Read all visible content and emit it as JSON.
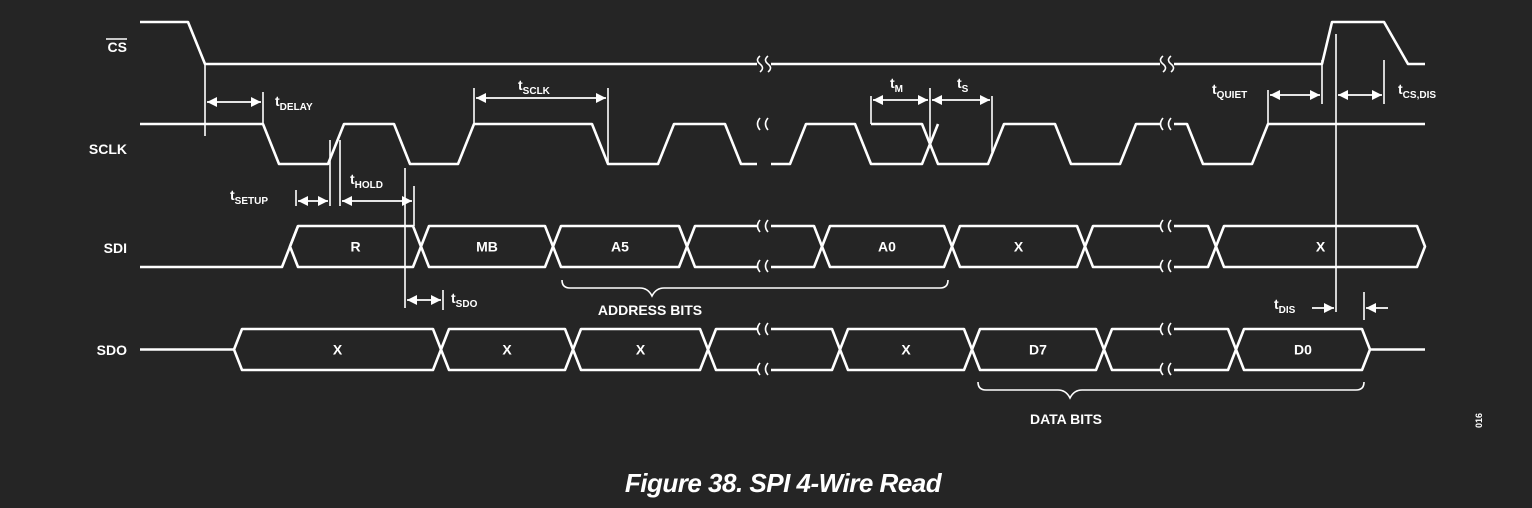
{
  "caption": "Figure 38. SPI 4-Wire Read",
  "figure_code": "016",
  "signals": {
    "cs": "CS",
    "sclk": "SCLK",
    "sdi": "SDI",
    "sdo": "SDO"
  },
  "sdi_cells": [
    "R",
    "MB",
    "A5",
    "",
    "A0",
    "X",
    "",
    "X"
  ],
  "sdo_cells": [
    "X",
    "X",
    "X",
    "",
    "X",
    "D7",
    "",
    "D0"
  ],
  "brace_labels": {
    "address": "ADDRESS BITS",
    "data": "DATA BITS"
  },
  "timing": {
    "delay": {
      "t": "t",
      "sub": "DELAY"
    },
    "sclk": {
      "t": "t",
      "sub": "SCLK"
    },
    "m": {
      "t": "t",
      "sub": "M"
    },
    "s": {
      "t": "t",
      "sub": "S"
    },
    "quiet": {
      "t": "t",
      "sub": "QUIET"
    },
    "cs_dis": {
      "t": "t",
      "sub": "CS,DIS"
    },
    "setup": {
      "t": "t",
      "sub": "SETUP"
    },
    "hold": {
      "t": "t",
      "sub": "HOLD"
    },
    "sdo": {
      "t": "t",
      "sub": "SDO"
    },
    "dis": {
      "t": "t",
      "sub": "DIS"
    }
  }
}
